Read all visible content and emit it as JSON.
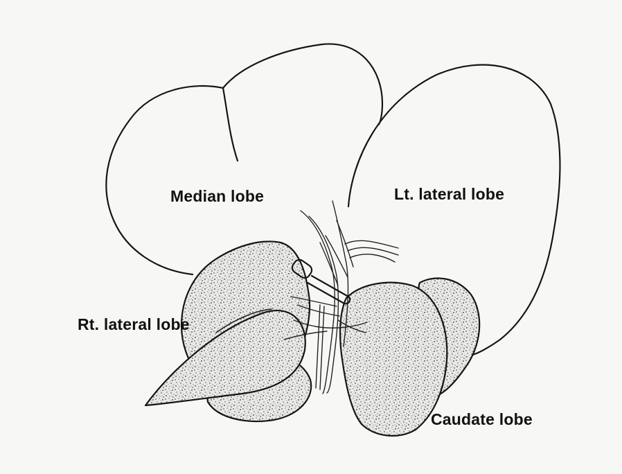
{
  "labels": {
    "median": "Median lobe",
    "left_lateral": "Lt. lateral lobe",
    "right_lateral": "Rt. lateral lobe",
    "caudate": "Caudate lobe"
  },
  "colors": {
    "background": "#f7f7f5",
    "ink": "#151515"
  }
}
